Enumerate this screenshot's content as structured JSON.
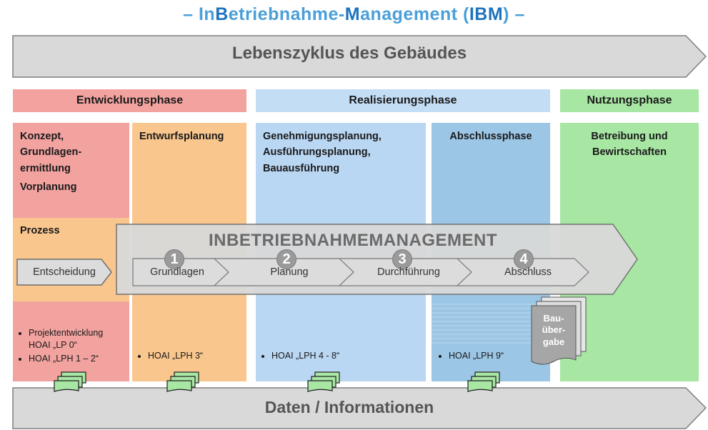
{
  "title": {
    "prefix": "– ",
    "p1a": "In",
    "p1b": "B",
    "p2": "etriebnahme-",
    "p3a": "M",
    "p3b": "anagement (",
    "p4": "IBM",
    "p5": ") –"
  },
  "bands": {
    "top": "Lebenszyklus des Gebäudes",
    "bottom": "Daten / Informationen"
  },
  "phases": {
    "entwicklung": "Entwicklungsphase",
    "realisierung": "Realisierungsphase",
    "nutzung": "Nutzungsphase"
  },
  "columns": {
    "konzept": {
      "l1": "Konzept,",
      "l2": "Grundlagen-",
      "l3": "ermittlung",
      "l4": "Vorplanung"
    },
    "entwurf": "Entwurfsplanung",
    "genehmigung": {
      "l1": "Genehmigungsplanung,",
      "l2": "Ausführungsplanung,",
      "l3": "Bauausführung"
    },
    "abschluss": "Abschlussphase",
    "betrieb": {
      "l1": "Betreibung und",
      "l2": "Bewirtschaften"
    }
  },
  "process": {
    "label": "Prozess",
    "decision": "Entscheidung"
  },
  "management": {
    "title": "INBETRIEBNAHMEMANAGEMENT",
    "steps": [
      {
        "num": "1",
        "label": "Grundlagen"
      },
      {
        "num": "2",
        "label": "Planung"
      },
      {
        "num": "3",
        "label": "Durchführung"
      },
      {
        "num": "4",
        "label": "Abschluss"
      }
    ]
  },
  "handover": {
    "l1": "Bau-",
    "l2": "über-",
    "l3": "gabe"
  },
  "bullets": {
    "col1": [
      "Projektentwicklung HOAI „LP 0“",
      "HOAI „LPH 1 – 2“"
    ],
    "col2": [
      "HOAI „LPH 3“"
    ],
    "col3": [
      "HOAI „LPH 4 - 8“"
    ],
    "col4": [
      "HOAI „LPH 9“"
    ]
  },
  "colors": {
    "red": "#f2a3a0",
    "orange": "#f9c68e",
    "blue": "#b9d6f2",
    "blue_dark": "#9cc6e6",
    "green": "#a8e6a4",
    "grey_band": "#d9d9d9",
    "mgmt_arrow": "#dcdcdc",
    "title_blue": "#4a9fd8"
  }
}
